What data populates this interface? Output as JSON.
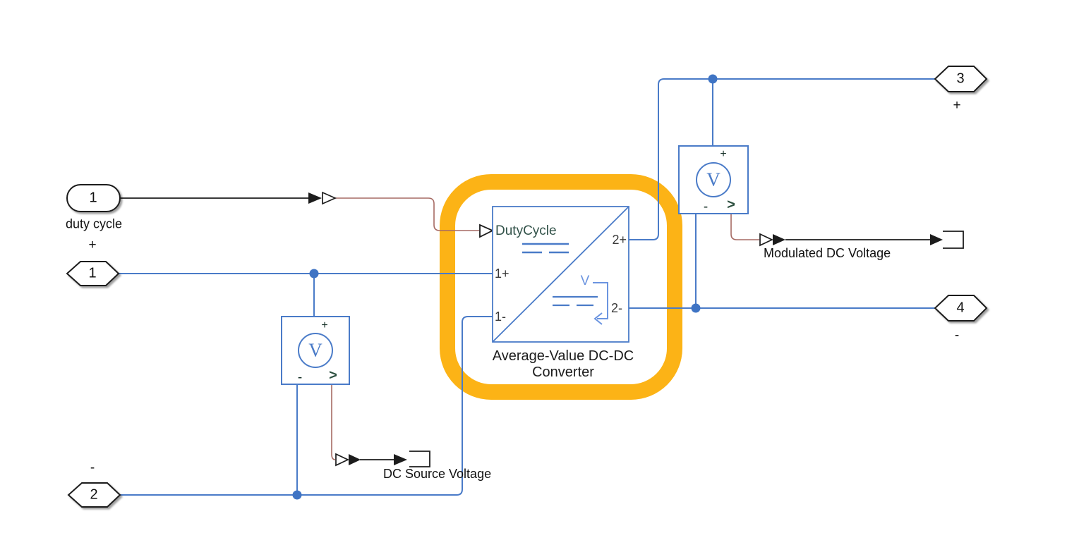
{
  "inport": {
    "number": "1",
    "label": "duty cycle"
  },
  "hexports": {
    "p1": {
      "number": "1",
      "sign": "+"
    },
    "p2": {
      "number": "2",
      "sign": "-"
    },
    "p3": {
      "number": "3",
      "sign": "+"
    },
    "p4": {
      "number": "4",
      "sign": "-"
    }
  },
  "converter": {
    "duty_port": "DutyCycle",
    "port_1plus": "1+",
    "port_1minus": "1-",
    "port_2plus": "2+",
    "port_2minus": "2-",
    "inner_symbol": "V",
    "name_line1": "Average-Value DC-DC",
    "name_line2": "Converter"
  },
  "sensor": {
    "symbol": "V",
    "plus": "+",
    "minus": "-",
    "output": ">"
  },
  "signal_labels": {
    "modulated": "Modulated DC Voltage",
    "dc_source": "DC Source Voltage"
  },
  "colors": {
    "wire_blue": "#4a7bc8",
    "inner_symbol_blue": "#6b94e0",
    "physical_signal_maroon": "#a66a63",
    "highlight_orange": "#fcb316",
    "duty_label_teal": "#33534a",
    "line_black": "#1c1c1c"
  }
}
